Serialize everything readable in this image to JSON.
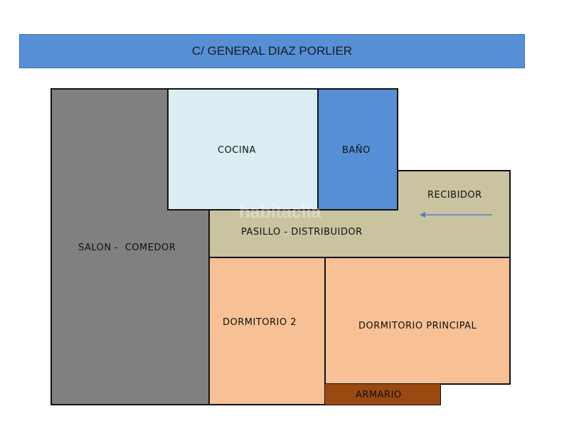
{
  "street": {
    "label": "C/ GENERAL DIAZ PORLIER",
    "color": "#568fd6"
  },
  "rooms": {
    "salon": {
      "label": "SALON -  COMEDOR",
      "color": "#808080"
    },
    "cocina": {
      "label": "COCINA",
      "color": "#dbeef4"
    },
    "bano": {
      "label": "BAÑO",
      "color": "#568fd6"
    },
    "pasillo": {
      "label": "PASILLO - DISTRIBUIDOR",
      "color": "#c9c3a0"
    },
    "recibidor": {
      "label": "RECIBIDOR"
    },
    "dormitorio2": {
      "label": "DORMITORIO 2",
      "color": "#f8c195"
    },
    "dormitorio_principal": {
      "label": "DORMITORIO PRINCIPAL",
      "color": "#f8c195"
    },
    "armario": {
      "label": "ARMARIO",
      "color": "#9a4a10"
    }
  },
  "arrow": {
    "color": "#4a7fc8"
  },
  "watermark": {
    "text": "habitaclia"
  }
}
